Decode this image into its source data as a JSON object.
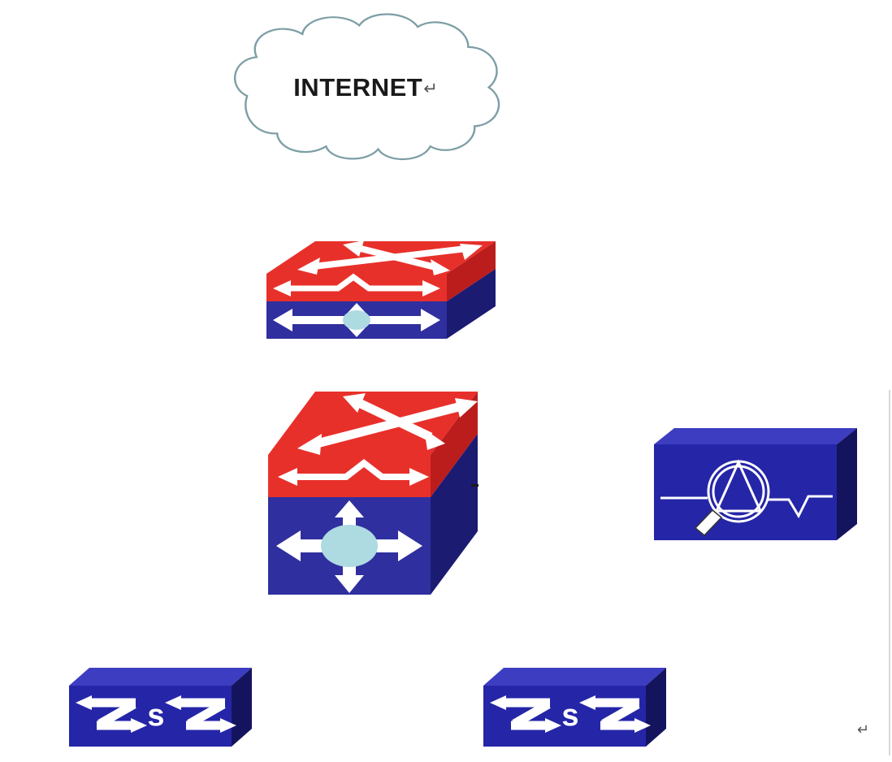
{
  "cloud": {
    "label": "INTERNET",
    "return_mark": "↵"
  },
  "switch_labels": [
    "s",
    "s"
  ],
  "footer": {
    "return_mark": "↵"
  },
  "icons": {
    "cloud": "internet-cloud",
    "l3_small": "layer3-switch-small",
    "l3_large": "layer3-switch-large",
    "monitor": "network-analyzer",
    "switch_left": "workgroup-switch",
    "switch_right": "workgroup-switch"
  },
  "colors": {
    "red": "#e8302a",
    "red_dark": "#bb1d1d",
    "blue_front": "#2f2f9f",
    "blue_side": "#1b1b72",
    "light_blue": "#aedae2",
    "indigo_front": "#2525a8",
    "indigo_top": "#3d3dc2",
    "indigo_side": "#14145e",
    "cloud_stroke": "#7d9ea6",
    "text": "#1a1a1a",
    "return_mark_color": "#555555"
  }
}
